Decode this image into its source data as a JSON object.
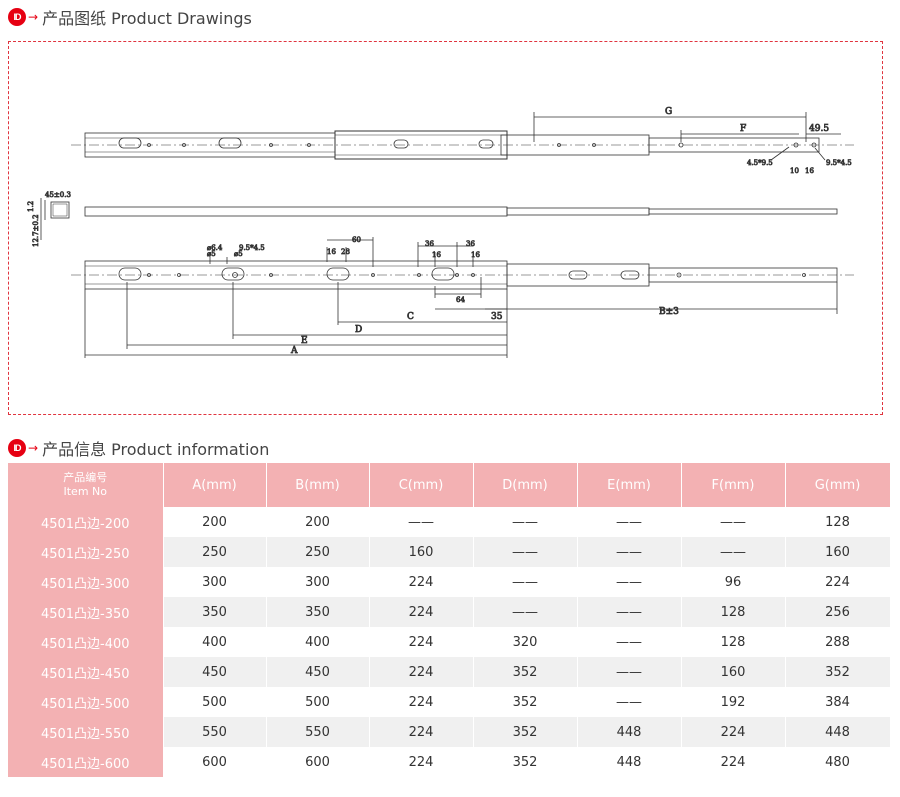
{
  "drawings_section": {
    "logo_text": "ID",
    "title": "产品图纸 Product Drawings"
  },
  "drawing_labels": {
    "G": "G",
    "F": "F",
    "dim_49_5": "49.5",
    "dim_4_5x9_5": "4.5*9.5",
    "dim_10": "10",
    "dim_16_top": "16",
    "dim_9_5x4_5_right": "9.5*4.5",
    "dim_45x0_3": "45±0.3",
    "dim_1_2": "1.2",
    "dim_12_7x0_2": "12.7±0.2",
    "dia_6_4": "⌀6.4",
    "dia_5_a": "⌀5",
    "dia_5_b": "⌀5",
    "dim_9_5x4_5": "9.5*4.5",
    "dim_16_a": "16",
    "dim_28": "28",
    "dim_60": "60",
    "dim_36_a": "36",
    "dim_16_b": "16",
    "dim_36_b": "36",
    "dim_16_c": "16",
    "dim_64": "64",
    "C": "C",
    "dim_35": "35",
    "D": "D",
    "E": "E",
    "A": "A",
    "B_pm3": "B±3"
  },
  "info_section": {
    "logo_text": "ID",
    "title": "产品信息 Product information"
  },
  "table": {
    "item_header_cn": "产品编号",
    "item_header_en": "Item No",
    "headers": [
      "A(mm)",
      "B(mm)",
      "C(mm)",
      "D(mm)",
      "E(mm)",
      "F(mm)",
      "G(mm)"
    ],
    "rows": [
      {
        "item": "4501凸边-200",
        "values": [
          "200",
          "200",
          "——",
          "——",
          "——",
          "——",
          "128"
        ]
      },
      {
        "item": "4501凸边-250",
        "values": [
          "250",
          "250",
          "160",
          "——",
          "——",
          "——",
          "160"
        ]
      },
      {
        "item": "4501凸边-300",
        "values": [
          "300",
          "300",
          "224",
          "——",
          "——",
          "96",
          "224"
        ]
      },
      {
        "item": "4501凸边-350",
        "values": [
          "350",
          "350",
          "224",
          "——",
          "——",
          "128",
          "256"
        ]
      },
      {
        "item": "4501凸边-400",
        "values": [
          "400",
          "400",
          "224",
          "320",
          "——",
          "128",
          "288"
        ]
      },
      {
        "item": "4501凸边-450",
        "values": [
          "450",
          "450",
          "224",
          "352",
          "——",
          "160",
          "352"
        ]
      },
      {
        "item": "4501凸边-500",
        "values": [
          "500",
          "500",
          "224",
          "352",
          "——",
          "192",
          "384"
        ]
      },
      {
        "item": "4501凸边-550",
        "values": [
          "550",
          "550",
          "224",
          "352",
          "448",
          "224",
          "448"
        ]
      },
      {
        "item": "4501凸边-600",
        "values": [
          "600",
          "600",
          "224",
          "352",
          "448",
          "224",
          "480"
        ]
      }
    ]
  }
}
